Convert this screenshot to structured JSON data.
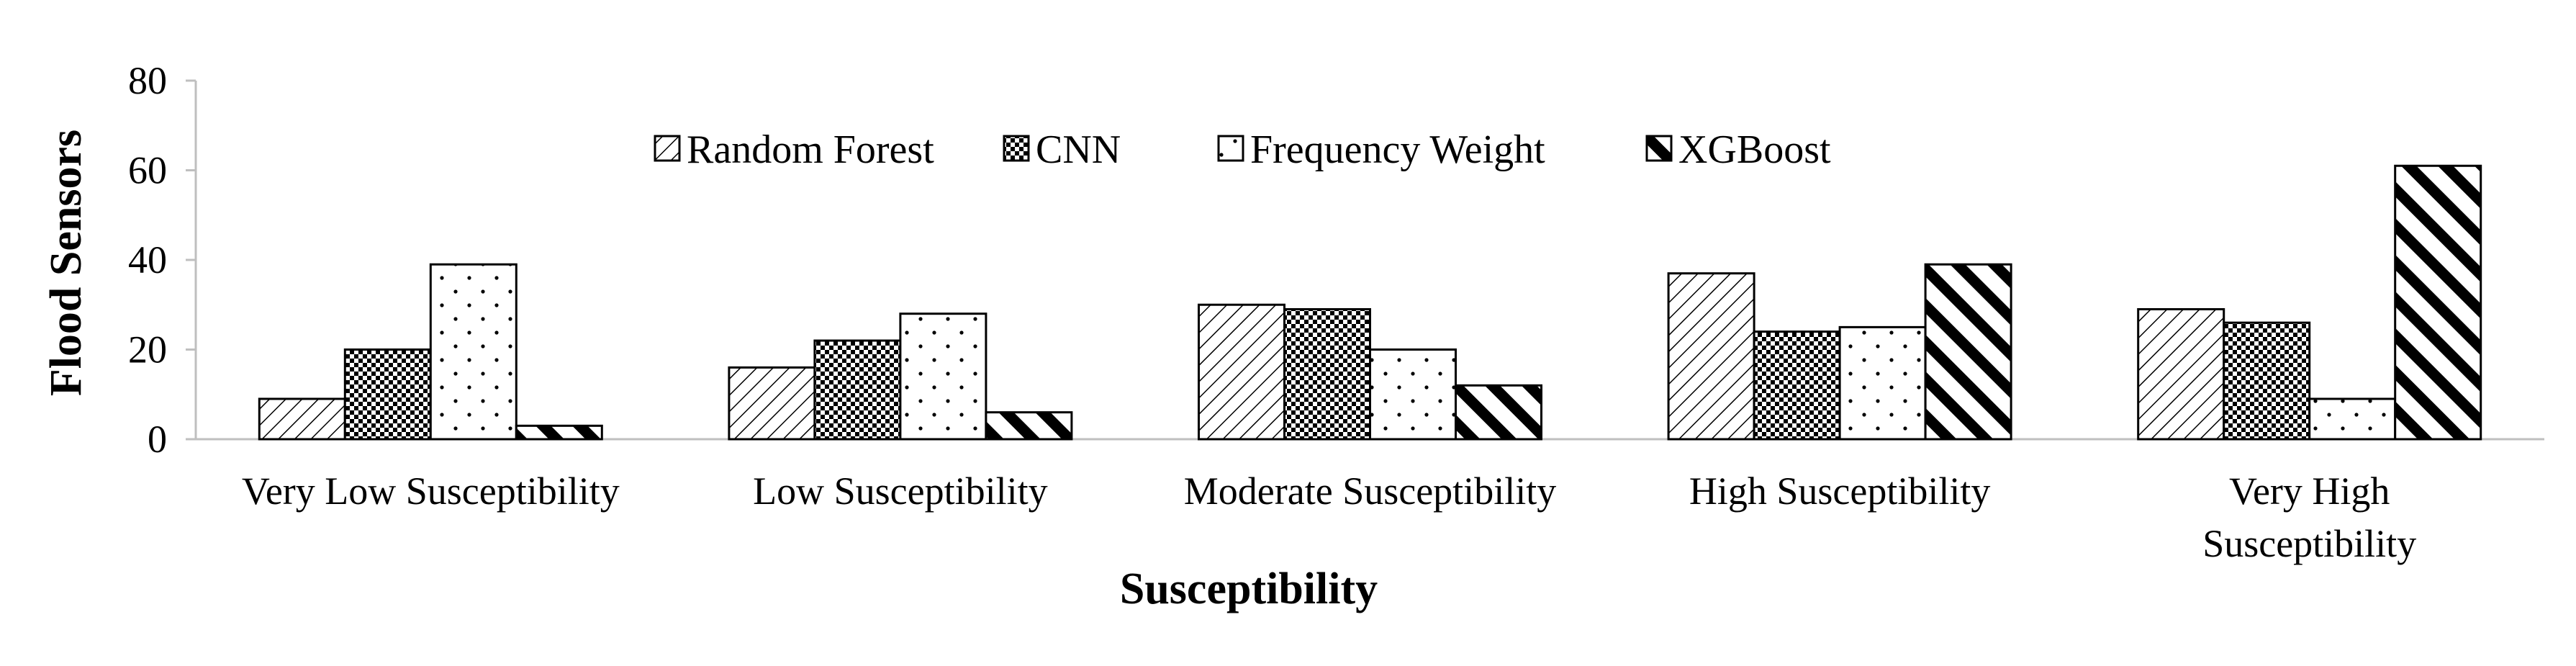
{
  "chart_data": {
    "type": "bar",
    "title": "",
    "xlabel": "Susceptibility",
    "ylabel": "Flood Sensors",
    "ylim": [
      0,
      80
    ],
    "yticks": [
      0,
      20,
      40,
      60,
      80
    ],
    "grid": false,
    "legend_position": "top-center",
    "categories": [
      [
        "Very Low Susceptibility"
      ],
      [
        "Low Susceptibility"
      ],
      [
        "Moderate Susceptibility"
      ],
      [
        "High Susceptibility"
      ],
      [
        "Very High",
        "Susceptibility"
      ]
    ],
    "series": [
      {
        "name": "Random Forest",
        "pattern": "diagonal-hatch",
        "values": [
          9,
          16,
          30,
          37,
          29
        ]
      },
      {
        "name": "CNN",
        "pattern": "checker",
        "values": [
          20,
          22,
          29,
          24,
          26
        ]
      },
      {
        "name": "Frequency Weight",
        "pattern": "dots",
        "values": [
          39,
          28,
          20,
          25,
          9
        ]
      },
      {
        "name": "XGBoost",
        "pattern": "wide-diagonal",
        "values": [
          3,
          6,
          12,
          39,
          61
        ]
      }
    ],
    "colors": {
      "axis": "#bfbfbf",
      "bar_stroke": "#000000",
      "background": "#ffffff"
    }
  }
}
